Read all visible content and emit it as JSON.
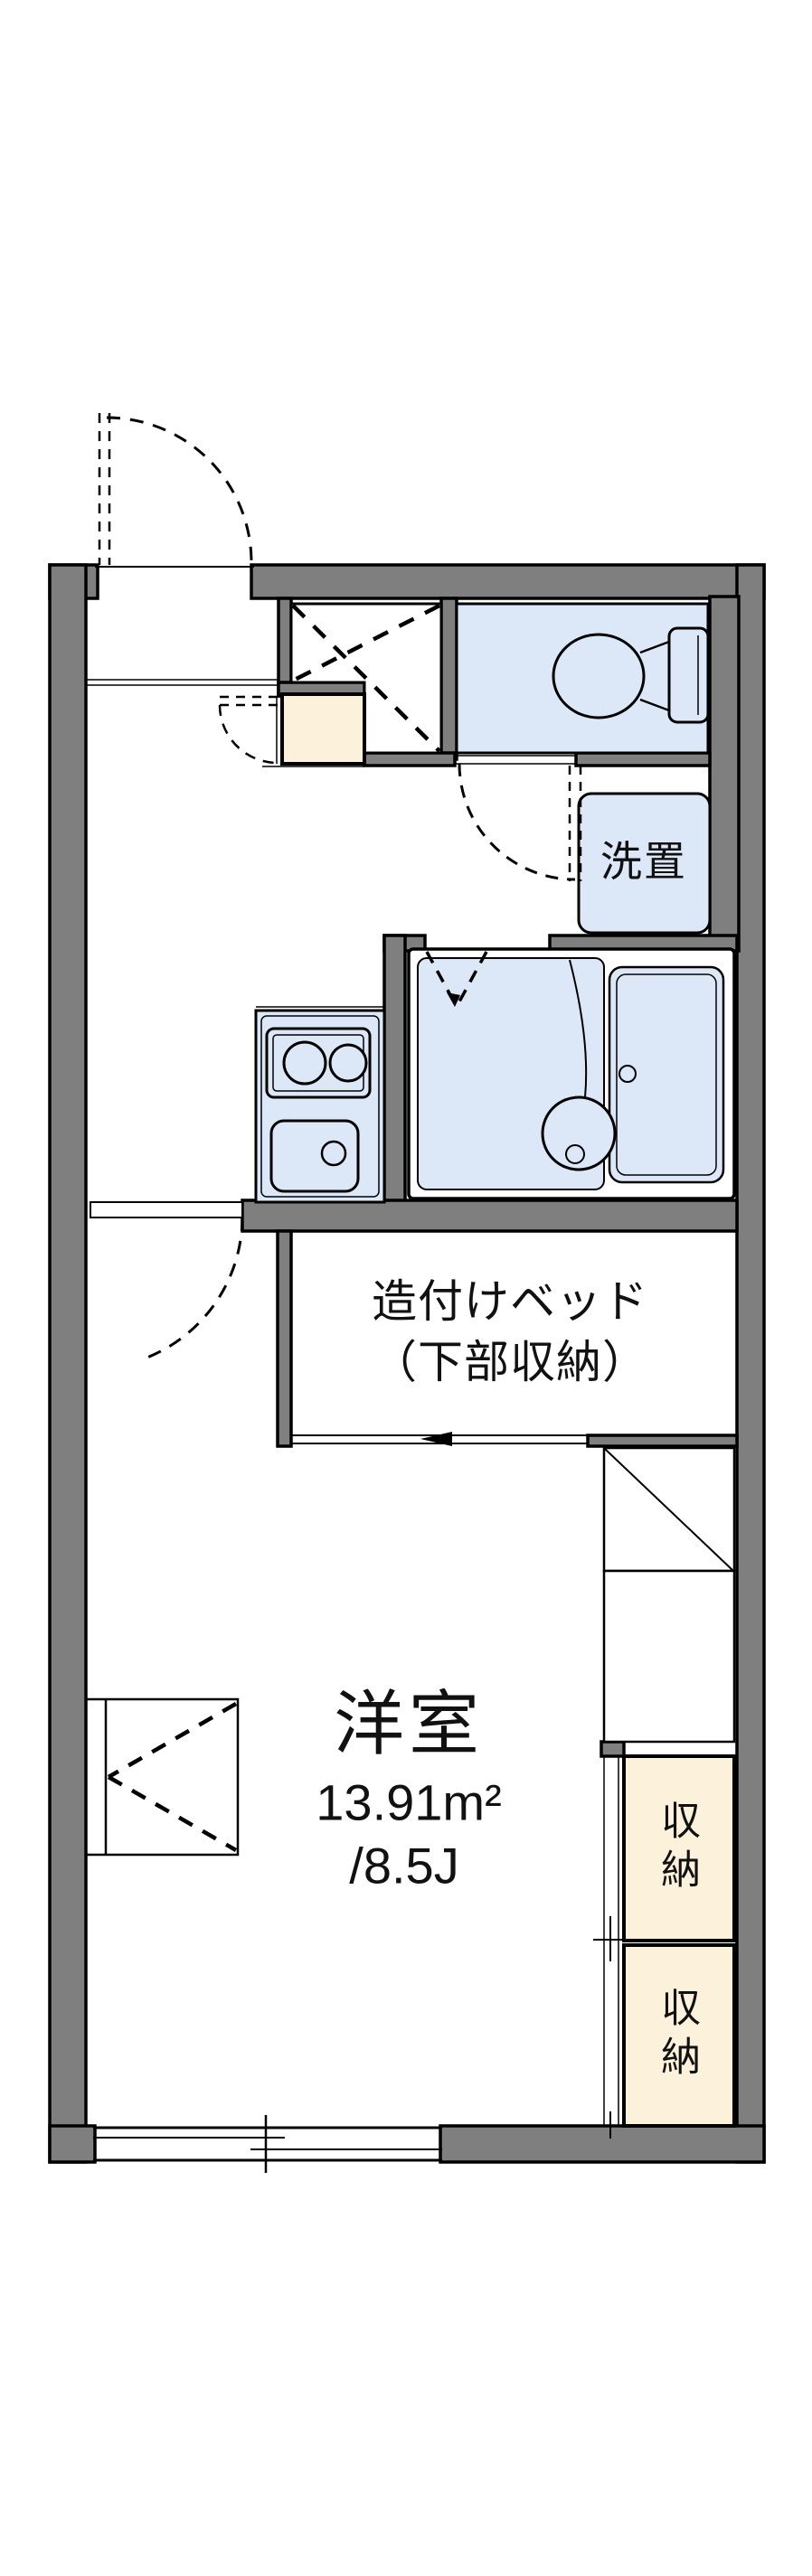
{
  "floorplan": {
    "labels": {
      "laundry": "洗置",
      "bed_line1": "造付けベッド",
      "bed_line2": "（下部収納）",
      "room_name": "洋室",
      "room_area_m2": "13.91m²",
      "room_area_tatami": "/8.5J",
      "storage_upper": "収納",
      "storage_lower": "収納"
    },
    "colors": {
      "wall": "#7f7f7f",
      "wet_area": "#dce7f7",
      "storage": "#fcf1db",
      "outline": "#000000",
      "background": "#ffffff"
    }
  }
}
